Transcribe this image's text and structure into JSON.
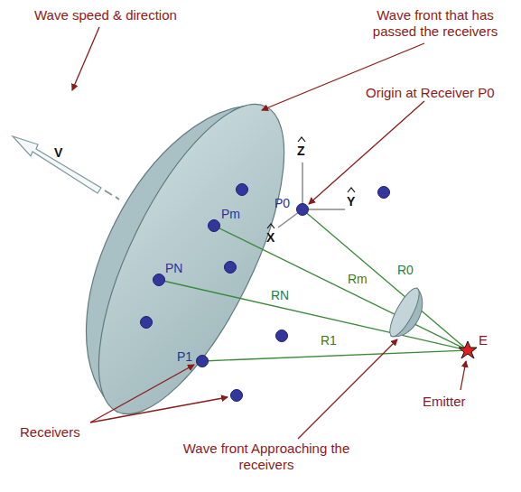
{
  "diagram": {
    "labels": [
      "Wave speed & direction",
      "Wave front that has passed the receivers",
      "Origin at Receiver P0",
      "Z",
      "Y",
      "X",
      "P0",
      "Pm",
      "PN",
      "P1",
      "R0",
      "Rm",
      "RN",
      "R1",
      "V",
      "E",
      "Emitter",
      "Receivers",
      "Wave front Approaching the receivers"
    ]
  }
}
